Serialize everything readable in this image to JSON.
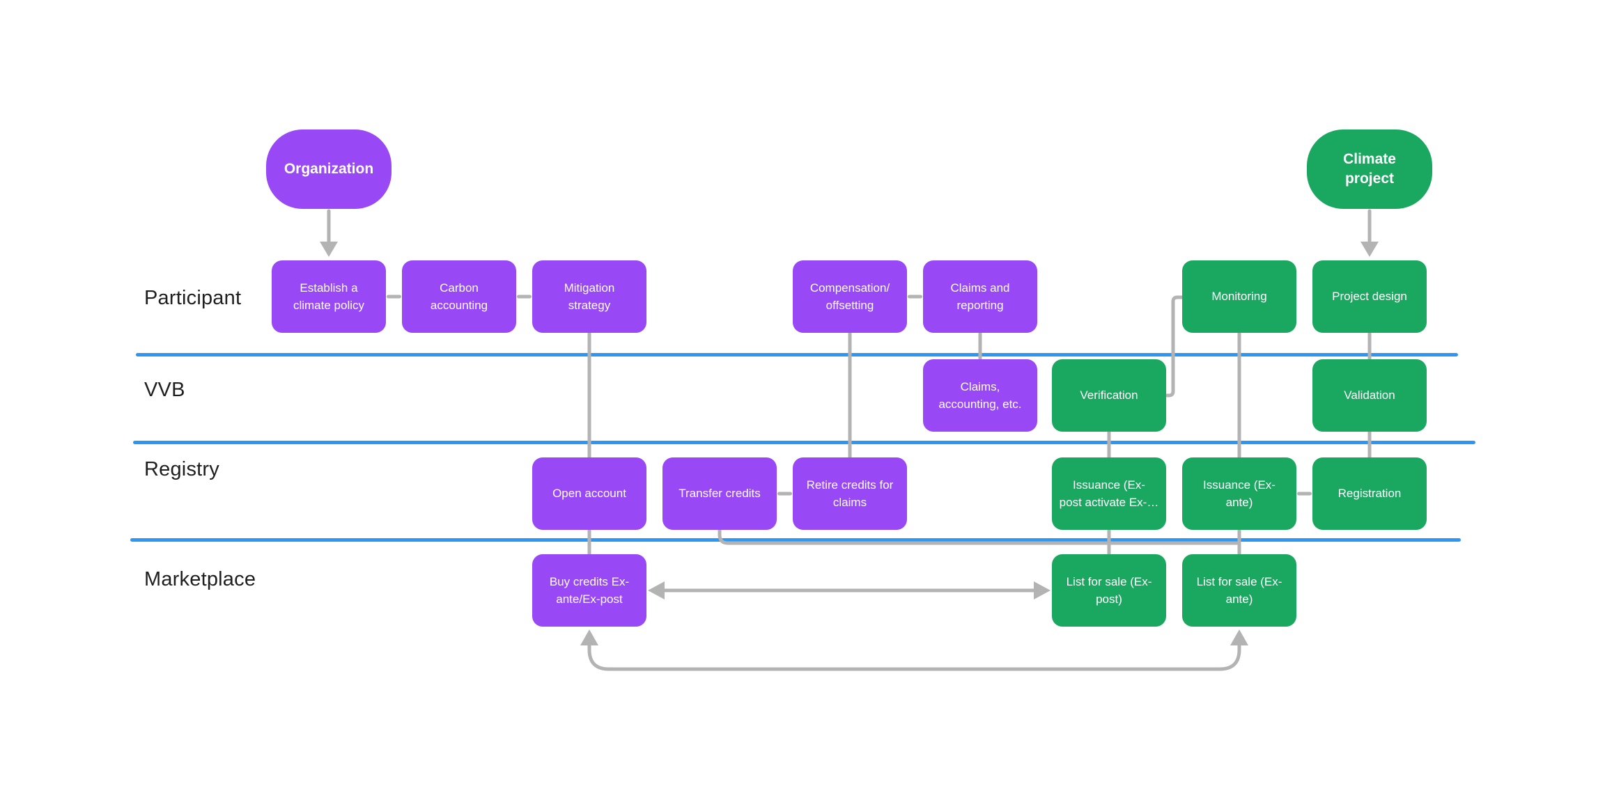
{
  "diagram": {
    "type": "swimlane-flowchart",
    "colors": {
      "purple": "#9848F5",
      "green": "#1AA75F",
      "lane_line": "#2C96F5",
      "connector": "#B3B3B3",
      "lane_label_text": "#1E1E1E",
      "node_text": "#FFFFFF",
      "background": "#FFFFFF"
    },
    "lanes": [
      {
        "id": "participant",
        "label": "Participant"
      },
      {
        "id": "vvb",
        "label": "VVB"
      },
      {
        "id": "registry",
        "label": "Registry"
      },
      {
        "id": "marketplace",
        "label": "Marketplace"
      }
    ],
    "pills": [
      {
        "id": "organization",
        "label": "Organization",
        "color": "purple",
        "col": 1
      },
      {
        "id": "climate-project",
        "label": "Climate\nproject",
        "color": "green",
        "col": 9
      }
    ],
    "nodes": [
      {
        "id": "establish-climate-policy",
        "label": "Establish a\nclimate policy",
        "color": "purple",
        "lane": "participant",
        "col": 1
      },
      {
        "id": "carbon-accounting",
        "label": "Carbon\naccounting",
        "color": "purple",
        "lane": "participant",
        "col": 2
      },
      {
        "id": "mitigation-strategy",
        "label": "Mitigation\nstrategy",
        "color": "purple",
        "lane": "participant",
        "col": 3
      },
      {
        "id": "compensation-offsetting",
        "label": "Compensation/\noffsetting",
        "color": "purple",
        "lane": "participant",
        "col": 5
      },
      {
        "id": "claims-and-reporting",
        "label": "Claims and\nreporting",
        "color": "purple",
        "lane": "participant",
        "col": 6
      },
      {
        "id": "monitoring",
        "label": "Monitoring",
        "color": "green",
        "lane": "participant",
        "col": 8
      },
      {
        "id": "project-design",
        "label": "Project design",
        "color": "green",
        "lane": "participant",
        "col": 9
      },
      {
        "id": "claims-accounting-etc",
        "label": "Claims,\naccounting,  etc.",
        "color": "purple",
        "lane": "vvb",
        "col": 6
      },
      {
        "id": "verification",
        "label": "Verification",
        "color": "green",
        "lane": "vvb",
        "col": 7
      },
      {
        "id": "validation",
        "label": "Validation",
        "color": "green",
        "lane": "vvb",
        "col": 9
      },
      {
        "id": "open-account",
        "label": "Open account",
        "color": "purple",
        "lane": "registry",
        "col": 3
      },
      {
        "id": "transfer-credits",
        "label": "Transfer credits",
        "color": "purple",
        "lane": "registry",
        "col": 4
      },
      {
        "id": "retire-credits-for-claims",
        "label": "Retire credits for\nclaims",
        "color": "purple",
        "lane": "registry",
        "col": 5
      },
      {
        "id": "issuance-ex-post",
        "label": "Issuance (Ex-\npost activate Ex-…",
        "color": "green",
        "lane": "registry",
        "col": 7
      },
      {
        "id": "issuance-ex-ante",
        "label": "Issuance (Ex-\nante)",
        "color": "green",
        "lane": "registry",
        "col": 8
      },
      {
        "id": "registration",
        "label": "Registration",
        "color": "green",
        "lane": "registry",
        "col": 9
      },
      {
        "id": "buy-credits",
        "label": "Buy credits Ex-\nante/Ex-post",
        "color": "purple",
        "lane": "marketplace",
        "col": 3
      },
      {
        "id": "list-for-sale-ex-post",
        "label": "List for sale (Ex-\npost)",
        "color": "green",
        "lane": "marketplace",
        "col": 7
      },
      {
        "id": "list-for-sale-ex-ante",
        "label": "List for sale (Ex-\nante)",
        "color": "green",
        "lane": "marketplace",
        "col": 8
      }
    ],
    "edges": [
      {
        "from": "organization",
        "to": "establish-climate-policy",
        "type": "arrow-down"
      },
      {
        "from": "climate-project",
        "to": "project-design",
        "type": "arrow-down"
      },
      {
        "from": "establish-climate-policy",
        "to": "carbon-accounting",
        "type": "dash"
      },
      {
        "from": "carbon-accounting",
        "to": "mitigation-strategy",
        "type": "dash"
      },
      {
        "from": "compensation-offsetting",
        "to": "claims-and-reporting",
        "type": "dash"
      },
      {
        "from": "transfer-credits",
        "to": "retire-credits-for-claims",
        "type": "dash"
      },
      {
        "from": "issuance-ex-ante",
        "to": "registration",
        "type": "dash"
      },
      {
        "from": "mitigation-strategy",
        "to": "open-account",
        "type": "line"
      },
      {
        "from": "compensation-offsetting",
        "to": "retire-credits-for-claims",
        "type": "line"
      },
      {
        "from": "claims-and-reporting",
        "to": "claims-accounting-etc",
        "type": "line"
      },
      {
        "from": "verification",
        "to": "issuance-ex-post",
        "type": "line"
      },
      {
        "from": "monitoring",
        "to": "issuance-ex-ante",
        "type": "line"
      },
      {
        "from": "project-design",
        "to": "validation",
        "type": "line"
      },
      {
        "from": "validation",
        "to": "registration",
        "type": "line"
      },
      {
        "from": "open-account",
        "to": "buy-credits",
        "type": "line"
      },
      {
        "from": "issuance-ex-post",
        "to": "list-for-sale-ex-post",
        "type": "line"
      },
      {
        "from": "issuance-ex-ante",
        "to": "list-for-sale-ex-ante",
        "type": "line"
      },
      {
        "from": "monitoring",
        "to": "verification",
        "type": "elbow-left"
      },
      {
        "from": "transfer-credits",
        "to": "list-for-sale-ex-ante",
        "type": "elbow-down-right"
      },
      {
        "from": "buy-credits",
        "to": "list-for-sale-ex-post",
        "type": "double-arrow-h"
      },
      {
        "from": "buy-credits",
        "to": "list-for-sale-ex-ante",
        "type": "double-arrow-curve"
      }
    ]
  }
}
